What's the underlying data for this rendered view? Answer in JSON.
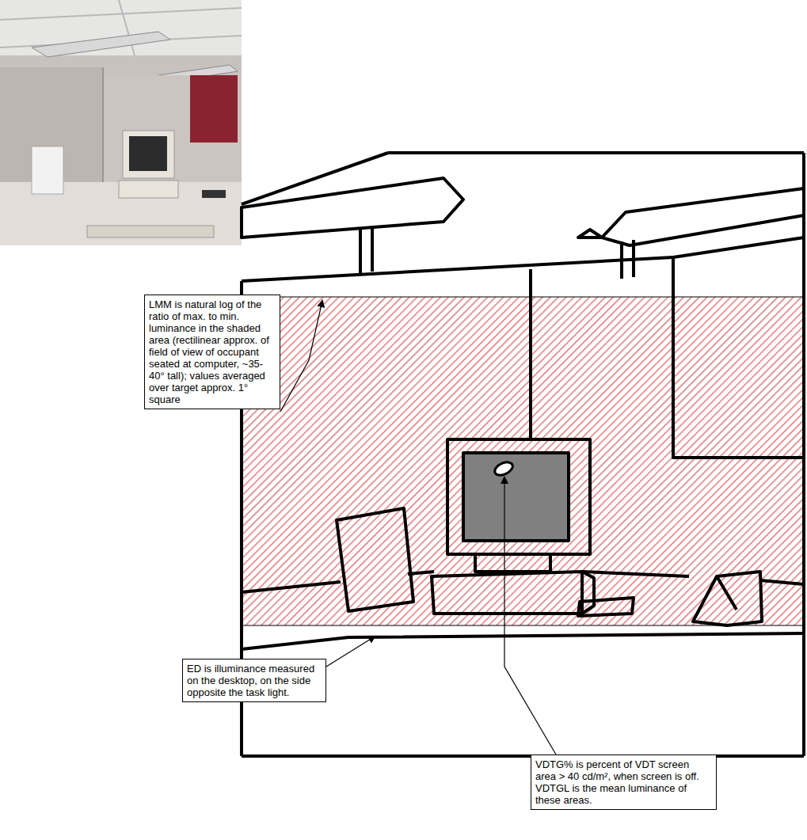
{
  "diagram": {
    "nodes": [
      {
        "text": [
          "LMM is natural log of the ratio of max. to min. luminance in the shaded area (rectilinear approx. of field of view of occupant seated at computer, ~35-40° tall); values averaged over target approx. 1° square"
        ]
      },
      {
        "text": [
          "ED is illuminance measured on the desktop, on the side opposite the task light."
        ]
      },
      {
        "text": [
          "VDTG% is percent of VDT screen area > 40 cd/m², when screen is off.  VDTGL is the mean luminance of these areas."
        ]
      }
    ]
  }
}
